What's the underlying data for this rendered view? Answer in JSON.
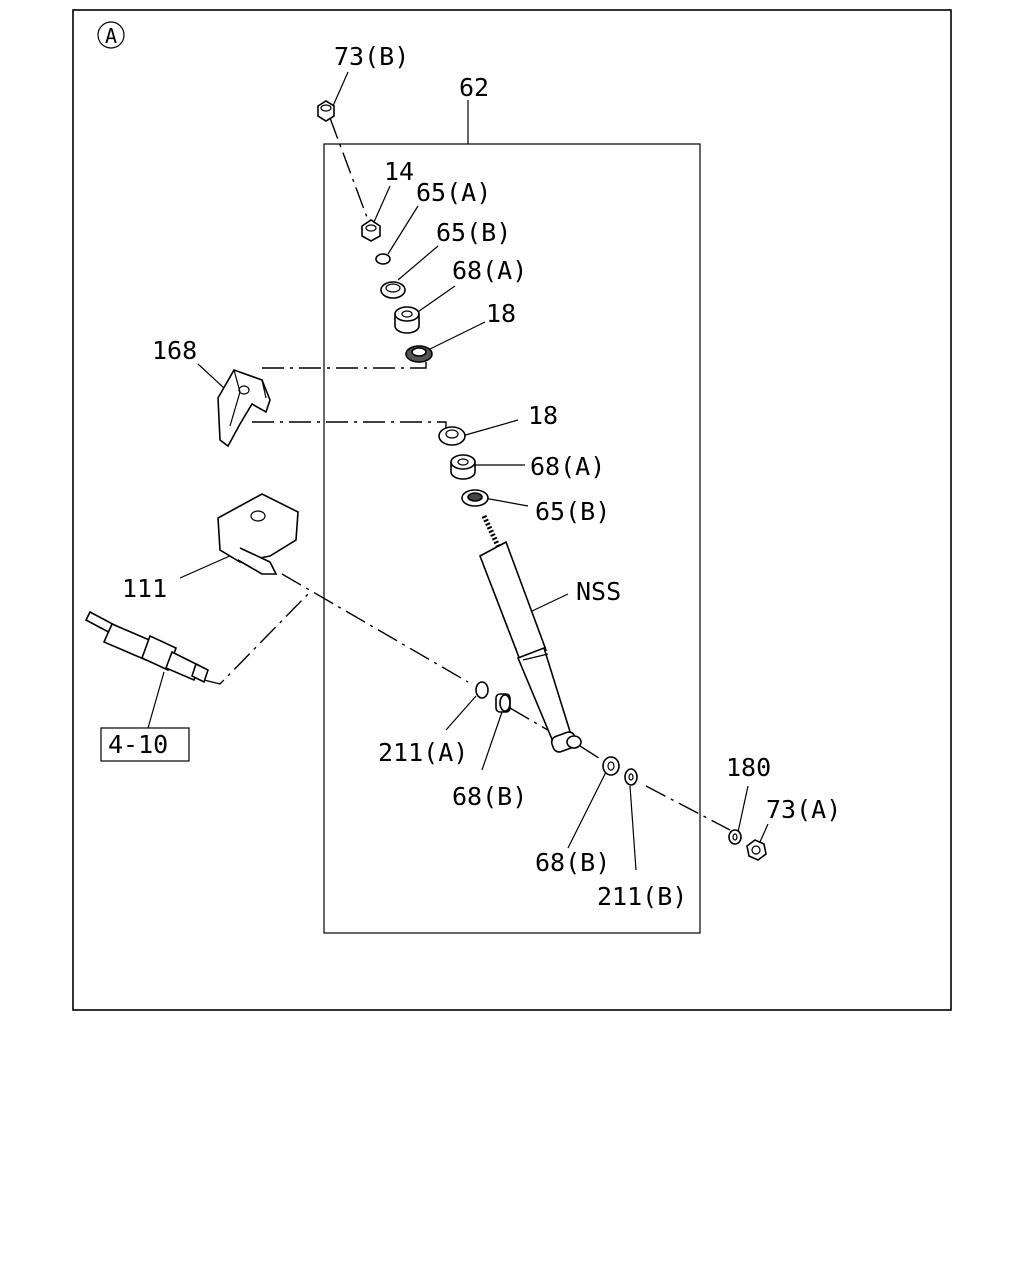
{
  "diagram": {
    "view_marker": "A",
    "callouts": {
      "c73b": "73(B)",
      "c62": "62",
      "c14": "14",
      "c65a": "65(A)",
      "c65b_top": "65(B)",
      "c68a_top": "68(A)",
      "c18_top": "18",
      "c168": "168",
      "c18_mid": "18",
      "c68a_mid": "68(A)",
      "c65b_mid": "65(B)",
      "cnss": "NSS",
      "c111": "111",
      "c410": "4-10",
      "c211a": "211(A)",
      "c68b_left": "68(B)",
      "c68b_right": "68(B)",
      "c211b": "211(B)",
      "c180": "180",
      "c73a": "73(A)"
    }
  }
}
